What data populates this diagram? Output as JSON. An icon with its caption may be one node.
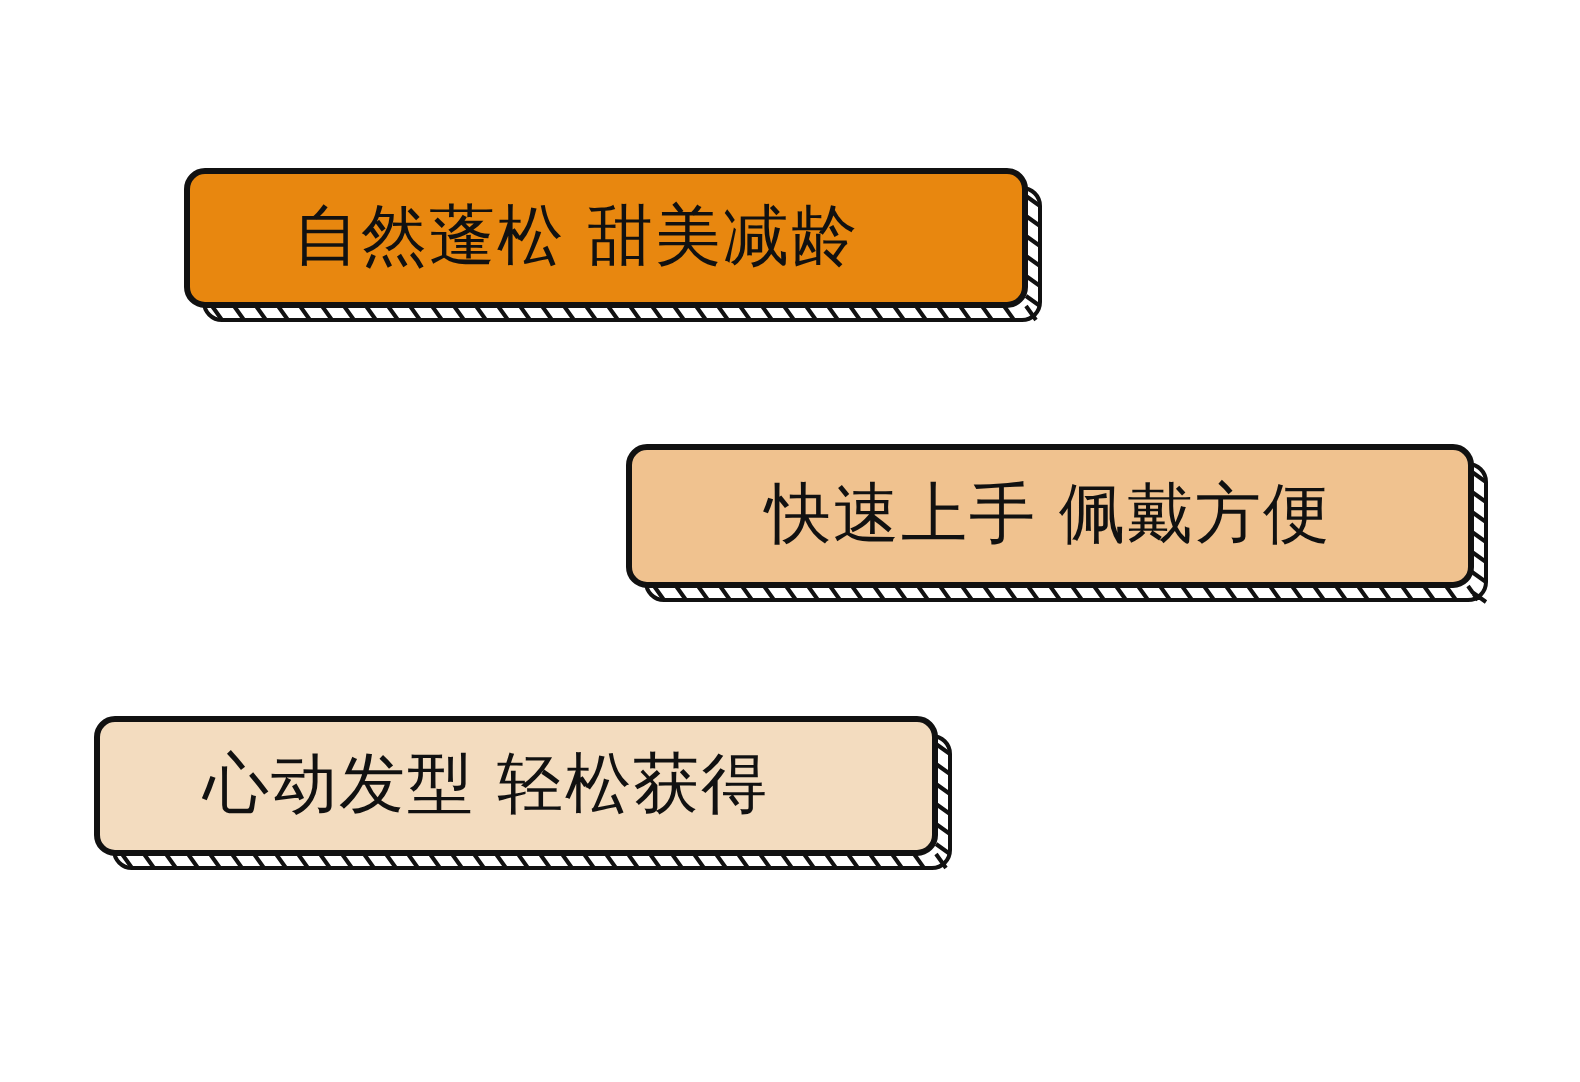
{
  "diagram": {
    "nodes": [
      {
        "text": [
          "自然蓬松 甜美减龄"
        ]
      },
      {
        "text": [
          "快速上手 佩戴方便"
        ]
      },
      {
        "text": [
          "心动发型 轻松获得"
        ]
      }
    ]
  }
}
